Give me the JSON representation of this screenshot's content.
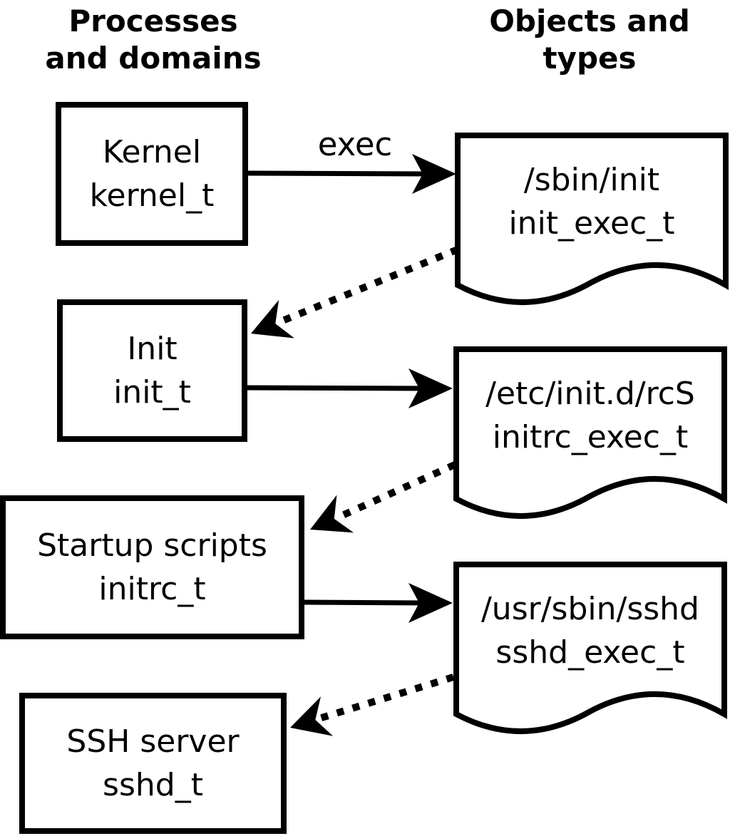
{
  "diagram": {
    "column_titles": {
      "left": {
        "line1": "Processes",
        "line2": "and domains"
      },
      "right": {
        "line1": "Objects and",
        "line2": "types"
      }
    },
    "process_boxes": [
      {
        "name": "Kernel",
        "domain": "kernel_t"
      },
      {
        "name": "Init",
        "domain": "init_t"
      },
      {
        "name": "Startup scripts",
        "domain": "initrc_t"
      },
      {
        "name": "SSH server",
        "domain": "sshd_t"
      }
    ],
    "object_files": [
      {
        "path": "/sbin/init",
        "type": "init_exec_t"
      },
      {
        "path": "/etc/init.d/rcS",
        "type": "initrc_exec_t"
      },
      {
        "path": "/usr/sbin/sshd",
        "type": "sshd_exec_t"
      }
    ],
    "arrow_labels": {
      "exec": "exec"
    },
    "colors": {
      "foreground": "#000000",
      "background": "#ffffff"
    }
  }
}
